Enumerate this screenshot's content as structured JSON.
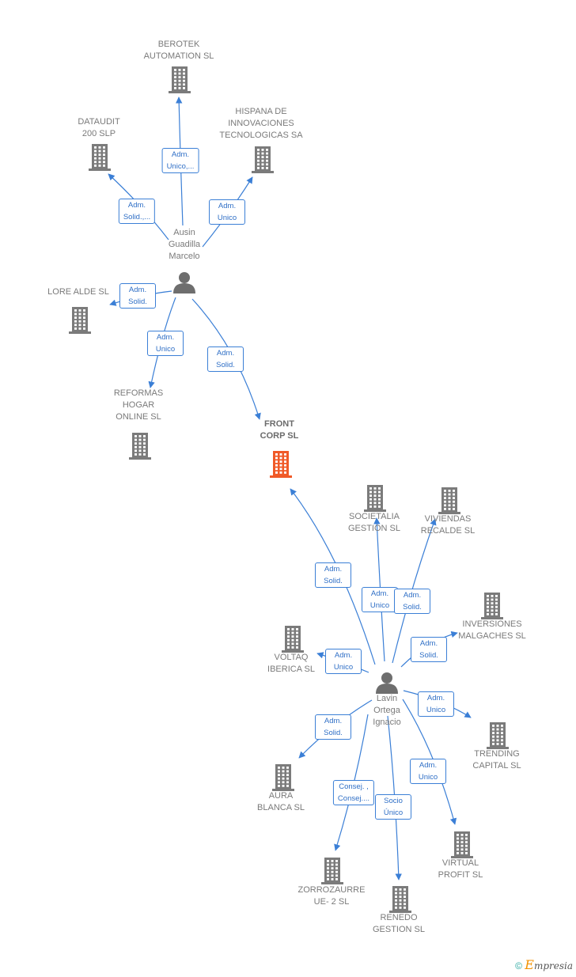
{
  "people": [
    {
      "id": "ausin",
      "label": "Ausin\nGuadilla\nMarcelo"
    },
    {
      "id": "lavin",
      "label": "Lavin\nOrtega\nIgnacio"
    }
  ],
  "companies": [
    {
      "id": "berotek",
      "label": "BEROTEK\nAUTOMATION SL"
    },
    {
      "id": "dataudit",
      "label": "DATAUDIT\n200 SLP"
    },
    {
      "id": "hispana",
      "label": "HISPANA DE\nINNOVACIONES\nTECNOLOGICAS SA"
    },
    {
      "id": "lorealde",
      "label": "LORE ALDE SL"
    },
    {
      "id": "reformas",
      "label": "REFORMAS\nHOGAR\nONLINE  SL"
    },
    {
      "id": "front",
      "label": "FRONT\nCORP  SL",
      "highlight": true
    },
    {
      "id": "societalia",
      "label": "SOCIETALIA\nGESTION SL"
    },
    {
      "id": "viviendas",
      "label": "VIVIENDAS\nRECALDE SL"
    },
    {
      "id": "inversiones",
      "label": "INVERSIONES\nMALGACHES SL"
    },
    {
      "id": "voltaq",
      "label": "VOLTAQ\nIBERICA  SL"
    },
    {
      "id": "trending",
      "label": "TRENDING\nCAPITAL  SL"
    },
    {
      "id": "aura",
      "label": "AURA\nBLANCA  SL"
    },
    {
      "id": "virtual",
      "label": "VIRTUAL\nPROFIT  SL"
    },
    {
      "id": "zorrozaurre",
      "label": "ZORROZAURRE\nUE- 2  SL"
    },
    {
      "id": "renedo",
      "label": "RENEDO\nGESTION  SL"
    }
  ],
  "edges": [
    {
      "from": "ausin",
      "to": "berotek",
      "label": "Adm.\nUnico,..."
    },
    {
      "from": "ausin",
      "to": "dataudit",
      "label": "Adm.\nSolid.,..."
    },
    {
      "from": "ausin",
      "to": "hispana",
      "label": "Adm.\nUnico"
    },
    {
      "from": "ausin",
      "to": "lorealde",
      "label": "Adm.\nSolid."
    },
    {
      "from": "ausin",
      "to": "reformas",
      "label": "Adm.\nUnico"
    },
    {
      "from": "ausin",
      "to": "front",
      "label": "Adm.\nSolid."
    },
    {
      "from": "lavin",
      "to": "front",
      "label": "Adm.\nSolid."
    },
    {
      "from": "lavin",
      "to": "societalia",
      "label": "Adm.\nUnico"
    },
    {
      "from": "lavin",
      "to": "viviendas",
      "label": "Adm.\nSolid."
    },
    {
      "from": "lavin",
      "to": "inversiones",
      "label": "Adm.\nSolid."
    },
    {
      "from": "lavin",
      "to": "voltaq",
      "label": "Adm.\nUnico"
    },
    {
      "from": "lavin",
      "to": "trending",
      "label": "Adm.\nUnico"
    },
    {
      "from": "lavin",
      "to": "aura",
      "label": "Adm.\nSolid."
    },
    {
      "from": "lavin",
      "to": "virtual",
      "label": "Adm.\nUnico"
    },
    {
      "from": "lavin",
      "to": "zorrozaurre",
      "label": "Consej. ,\nConsej...."
    },
    {
      "from": "lavin",
      "to": "renedo",
      "label": "Socio\nÚnico"
    }
  ],
  "colors": {
    "edge": "#3b7fd6",
    "building": "#7b7b7b",
    "highlight": "#f05a28",
    "person": "#6e6e6e"
  },
  "watermark": {
    "symbol": "©",
    "brand_initial": "E",
    "brand_rest": "mpresia"
  }
}
